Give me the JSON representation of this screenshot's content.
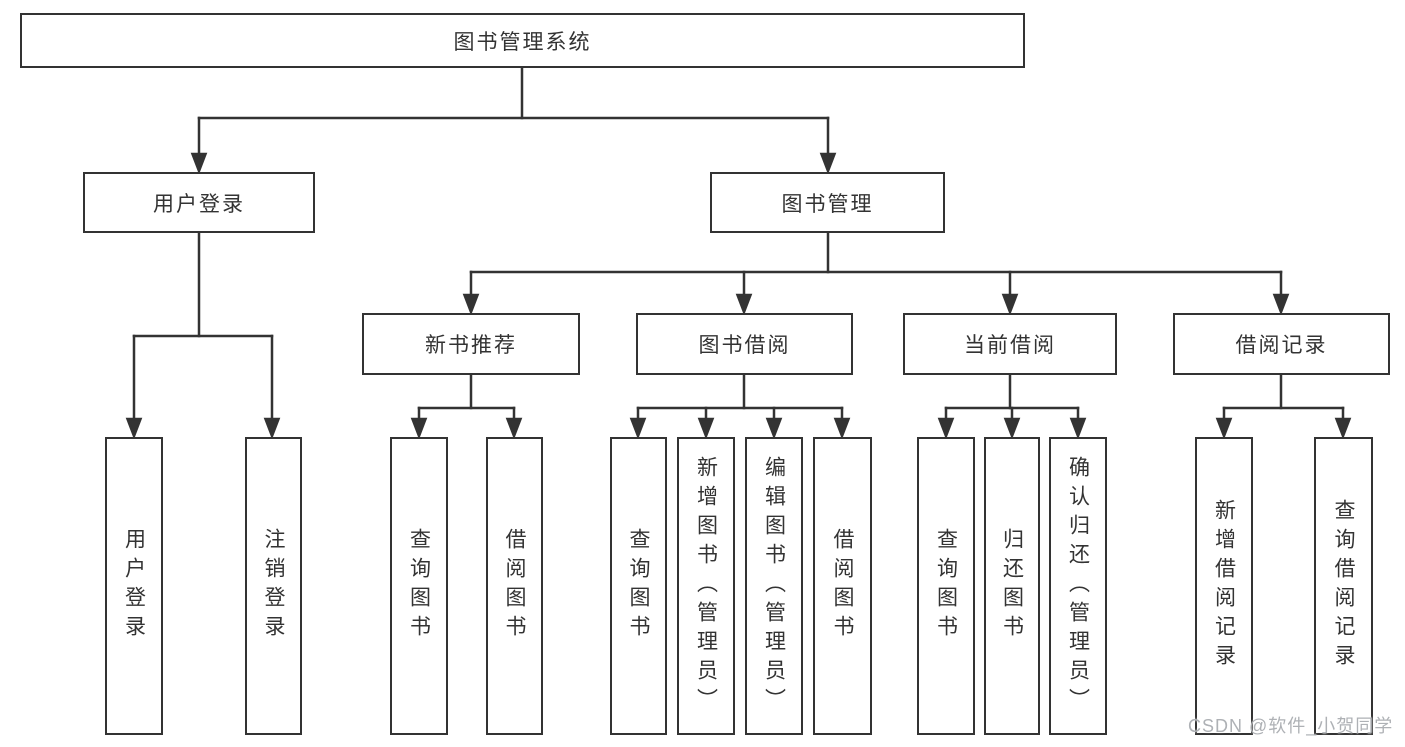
{
  "diagram": {
    "root": {
      "label": "图书管理系统"
    },
    "branches": {
      "login": {
        "label": "用户登录",
        "children": [
          {
            "label": "用户登录"
          },
          {
            "label": "注销登录"
          }
        ]
      },
      "management": {
        "label": "图书管理",
        "groups": [
          {
            "label": "新书推荐",
            "children": [
              {
                "label": "查询图书"
              },
              {
                "label": "借阅图书"
              }
            ]
          },
          {
            "label": "图书借阅",
            "children": [
              {
                "label": "查询图书"
              },
              {
                "label": "新增图书（管理员）"
              },
              {
                "label": "编辑图书（管理员）"
              },
              {
                "label": "借阅图书"
              }
            ]
          },
          {
            "label": "当前借阅",
            "children": [
              {
                "label": "查询图书"
              },
              {
                "label": "归还图书"
              },
              {
                "label": "确认归还（管理员）"
              }
            ]
          },
          {
            "label": "借阅记录",
            "children": [
              {
                "label": "新增借阅记录"
              },
              {
                "label": "查询借阅记录"
              }
            ]
          }
        ]
      }
    },
    "colors": {
      "line": "#333333",
      "box_border": "#333333",
      "text": "#333333",
      "background": "#ffffff",
      "watermark_text": "#aeb1b5"
    },
    "watermark": "CSDN @软件_小贺同学"
  }
}
